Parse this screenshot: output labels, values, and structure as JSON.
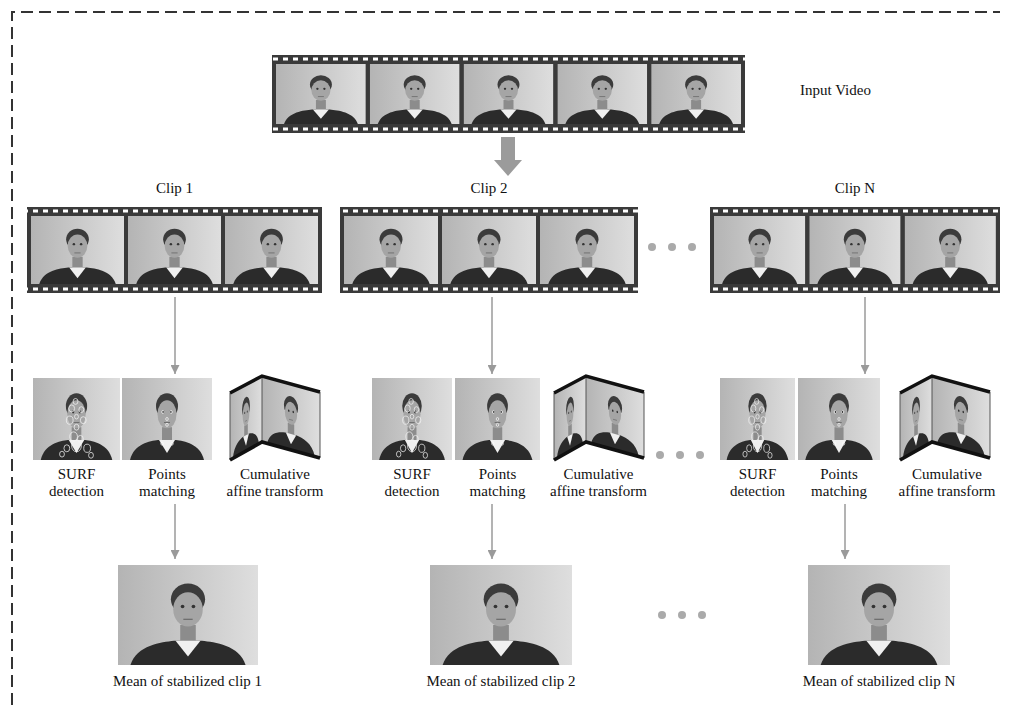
{
  "diagram": {
    "nodes": [
      {
        "text": [
          "Input Video"
        ]
      },
      {
        "text": [
          "Clip 1"
        ]
      },
      {
        "text": [
          "Clip 2"
        ]
      },
      {
        "text": [
          "Clip N"
        ]
      },
      {
        "text": [
          "SURF detection"
        ]
      },
      {
        "text": [
          "Points matching"
        ]
      },
      {
        "text": [
          "Cumulative affine transform"
        ]
      },
      {
        "text": [
          "SURF detection"
        ]
      },
      {
        "text": [
          "Points matching"
        ]
      },
      {
        "text": [
          "Cumulative affine transform"
        ]
      },
      {
        "text": [
          "SURF detection"
        ]
      },
      {
        "text": [
          "Points matching"
        ]
      },
      {
        "text": [
          "Cumulative affine transform"
        ]
      },
      {
        "text": [
          "Mean of stabilized clip 1"
        ]
      },
      {
        "text": [
          "Mean of stabilized clip 2"
        ]
      },
      {
        "text": [
          "Mean of stabilized clip N"
        ]
      }
    ],
    "edges": [
      {
        "from": 0,
        "to": 2,
        "arrow": "to"
      },
      {
        "from": 1,
        "to": 5,
        "arrow": "to"
      },
      {
        "from": 5,
        "to": 13,
        "arrow": "to"
      },
      {
        "from": 2,
        "to": 8,
        "arrow": "to"
      },
      {
        "from": 8,
        "to": 14,
        "arrow": "to"
      },
      {
        "from": 3,
        "to": 11,
        "arrow": "to"
      },
      {
        "from": 11,
        "to": 15,
        "arrow": "to"
      }
    ]
  }
}
